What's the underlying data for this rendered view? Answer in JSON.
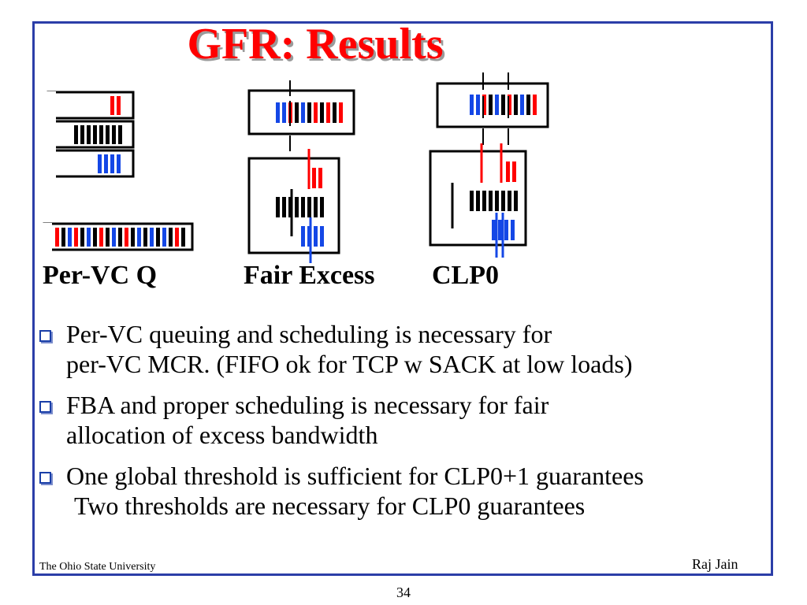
{
  "slide": {
    "title": "GFR: Results",
    "captions": {
      "per_vc": "Per-VC Q",
      "fair_excess": "Fair Excess",
      "clp0": "CLP0"
    },
    "bullets": [
      {
        "lines": [
          "Per-VC queuing and scheduling is necessary for",
          "per-VC MCR. (FIFO ok for TCP w SACK at low loads)"
        ]
      },
      {
        "lines": [
          "FBA and proper scheduling is necessary for fair",
          "allocation of excess bandwidth"
        ]
      },
      {
        "lines": [
          "One global threshold is sufficient for CLP0+1 guarantees",
          "Two thresholds are necessary for CLP0 guarantees"
        ]
      }
    ],
    "footer": {
      "institution": "The Ohio State University",
      "author": "Raj Jain",
      "page_number": "34"
    },
    "colors": {
      "frame": "#2b3ea8",
      "title": "#ff0000",
      "cell_red": "#ff0000",
      "cell_blue": "#1447e6",
      "cell_black": "#000000"
    }
  }
}
